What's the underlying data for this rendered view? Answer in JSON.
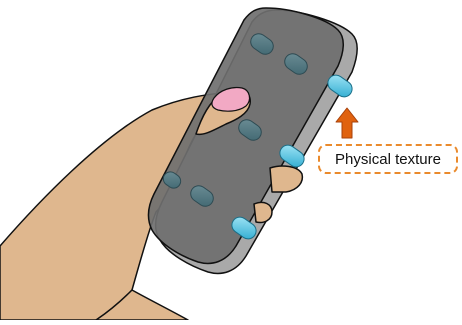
{
  "callout": {
    "label": "Physical texture"
  },
  "colors": {
    "skin": "#dfb78e",
    "fingernail": "#f2a9c4",
    "device_body": "#6f6f6f",
    "device_rim": "#a9a9a9",
    "bump_cyan": "#3fc3e6",
    "arrow": "#e0620f",
    "callout_border": "#ea8a2c",
    "outline": "#111111"
  },
  "figure": {
    "subject": "hand-holding-textured-device",
    "bump_count": 8
  }
}
